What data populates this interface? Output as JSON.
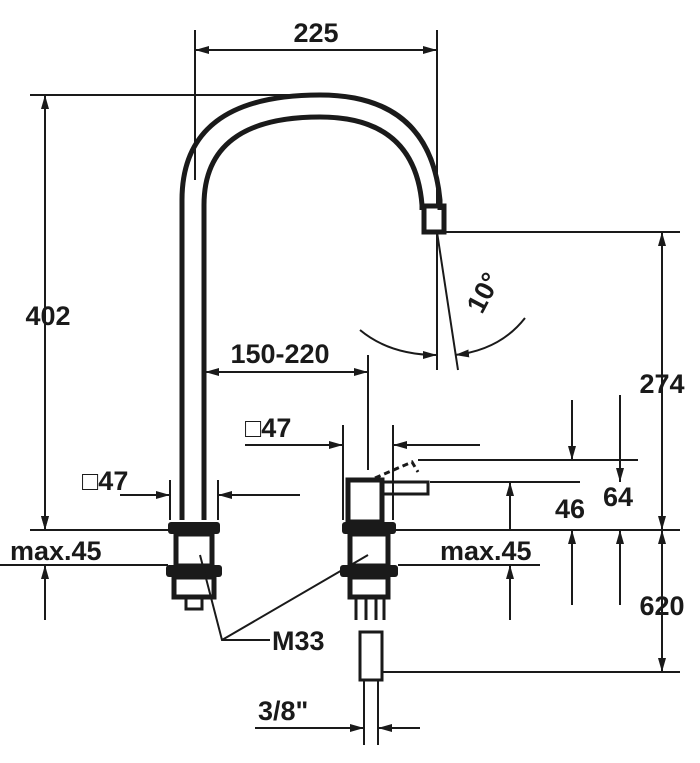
{
  "dimensions": {
    "spout_reach": "225",
    "total_height": "402",
    "spout_outlet_height": "274",
    "spray_angle": "10°",
    "handle_spacing": "150-220",
    "handle_square": "□47",
    "spout_square": "□47",
    "max_thickness_left": "max.45",
    "max_thickness_right": "max.45",
    "lever_46": "46",
    "lever_64": "64",
    "hose_length": "620",
    "thread": "M33",
    "connection": "3/8\""
  }
}
